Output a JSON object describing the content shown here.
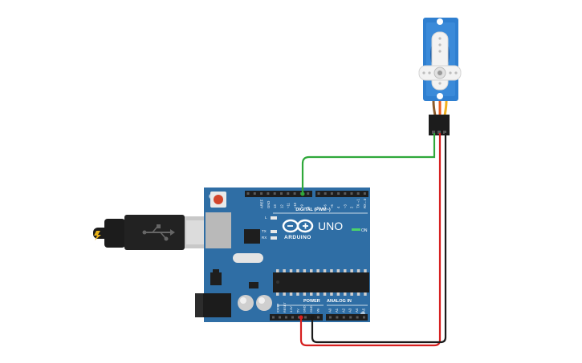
{
  "board": {
    "brand": "ARDUINO",
    "model": "UNO",
    "digital_label": "DIGITAL (PWM~)",
    "power_label": "POWER",
    "analog_label": "ANALOG IN",
    "on_label": "ON",
    "led_l": "L",
    "led_tx": "TX",
    "led_rx": "RX",
    "digital_pins": [
      "AREF",
      "GND",
      "13",
      "12",
      "~11",
      "~10",
      "~9",
      "8",
      "7",
      "~6",
      "~5",
      "4",
      "~3",
      "2",
      "TX→1",
      "RX←0"
    ],
    "power_pins": [
      "IOREF",
      "RESET",
      "3.3V",
      "5V",
      "GND",
      "GND",
      "Vin"
    ],
    "analog_pins": [
      "A0",
      "A1",
      "A2",
      "A3",
      "A4",
      "A5"
    ]
  },
  "components": {
    "usb_cable": "usb-cable",
    "servo": "micro-servo"
  },
  "colors": {
    "board": "#2f6ea5",
    "board_dark": "#245a87",
    "wire_signal": "#2fa83a",
    "wire_power": "#d61f1f",
    "wire_ground": "#1a1a1a",
    "servo_body": "#2f7fd0"
  }
}
